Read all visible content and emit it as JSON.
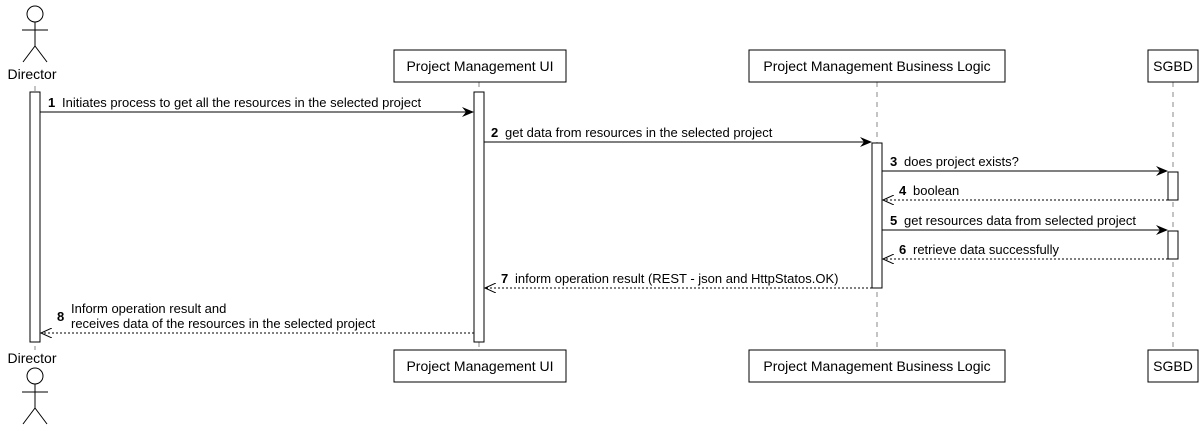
{
  "participants": {
    "director": "Director",
    "ui": "Project Management UI",
    "logic": "Project Management Business Logic",
    "db": "SGBD"
  },
  "messages": [
    {
      "num": "1",
      "text": "Initiates process to get all the resources in the selected project",
      "type": "sync"
    },
    {
      "num": "2",
      "text": "get data from resources in the selected project",
      "type": "sync"
    },
    {
      "num": "3",
      "text": "does project exists?",
      "type": "sync"
    },
    {
      "num": "4",
      "text": "boolean",
      "type": "return"
    },
    {
      "num": "5",
      "text": "get resources data from selected project",
      "type": "sync"
    },
    {
      "num": "6",
      "text": "retrieve data successfully",
      "type": "return"
    },
    {
      "num": "7",
      "text": "inform operation result (REST - json and HttpStatos.OK)",
      "type": "return"
    },
    {
      "num": "8",
      "text": "Inform operation result and",
      "text2": "receives data of the resources in the selected project",
      "type": "return"
    }
  ]
}
